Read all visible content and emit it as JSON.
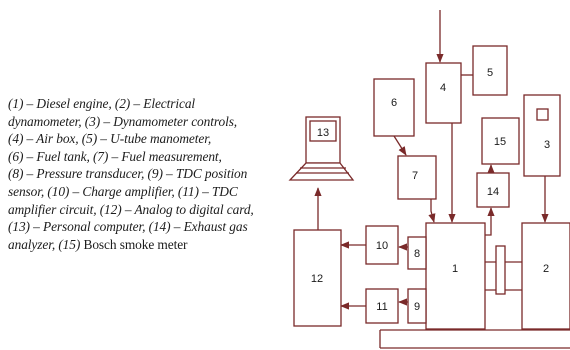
{
  "legend": {
    "lines": [
      "(1) – Diesel engine, (2) – Electrical",
      "dynamometer, (3) – Dynamometer controls,",
      "(4) – Air box, (5) – U-tube manometer,",
      "(6) – Fuel tank, (7) – Fuel measurement,",
      "(8) – Pressure transducer, (9) – TDC position",
      "sensor, (10) – Charge amplifier, (11) – TDC",
      "amplifier circuit, (12) – Analog to digital card,",
      "(13) – Personal computer, (14) – Exhaust gas"
    ],
    "last_line_italic": "analyzer, (15) ",
    "last_line_plain": "Bosch smoke meter"
  },
  "blocks": {
    "b1": "1",
    "b2": "2",
    "b3": "3",
    "b4": "4",
    "b5": "5",
    "b6": "6",
    "b7": "7",
    "b8": "8",
    "b9": "9",
    "b10": "10",
    "b11": "11",
    "b12": "12",
    "b13": "13",
    "b14": "14",
    "b15": "15"
  },
  "colors": {
    "line": "#7a2a2a",
    "text": "#1c1c1c"
  }
}
